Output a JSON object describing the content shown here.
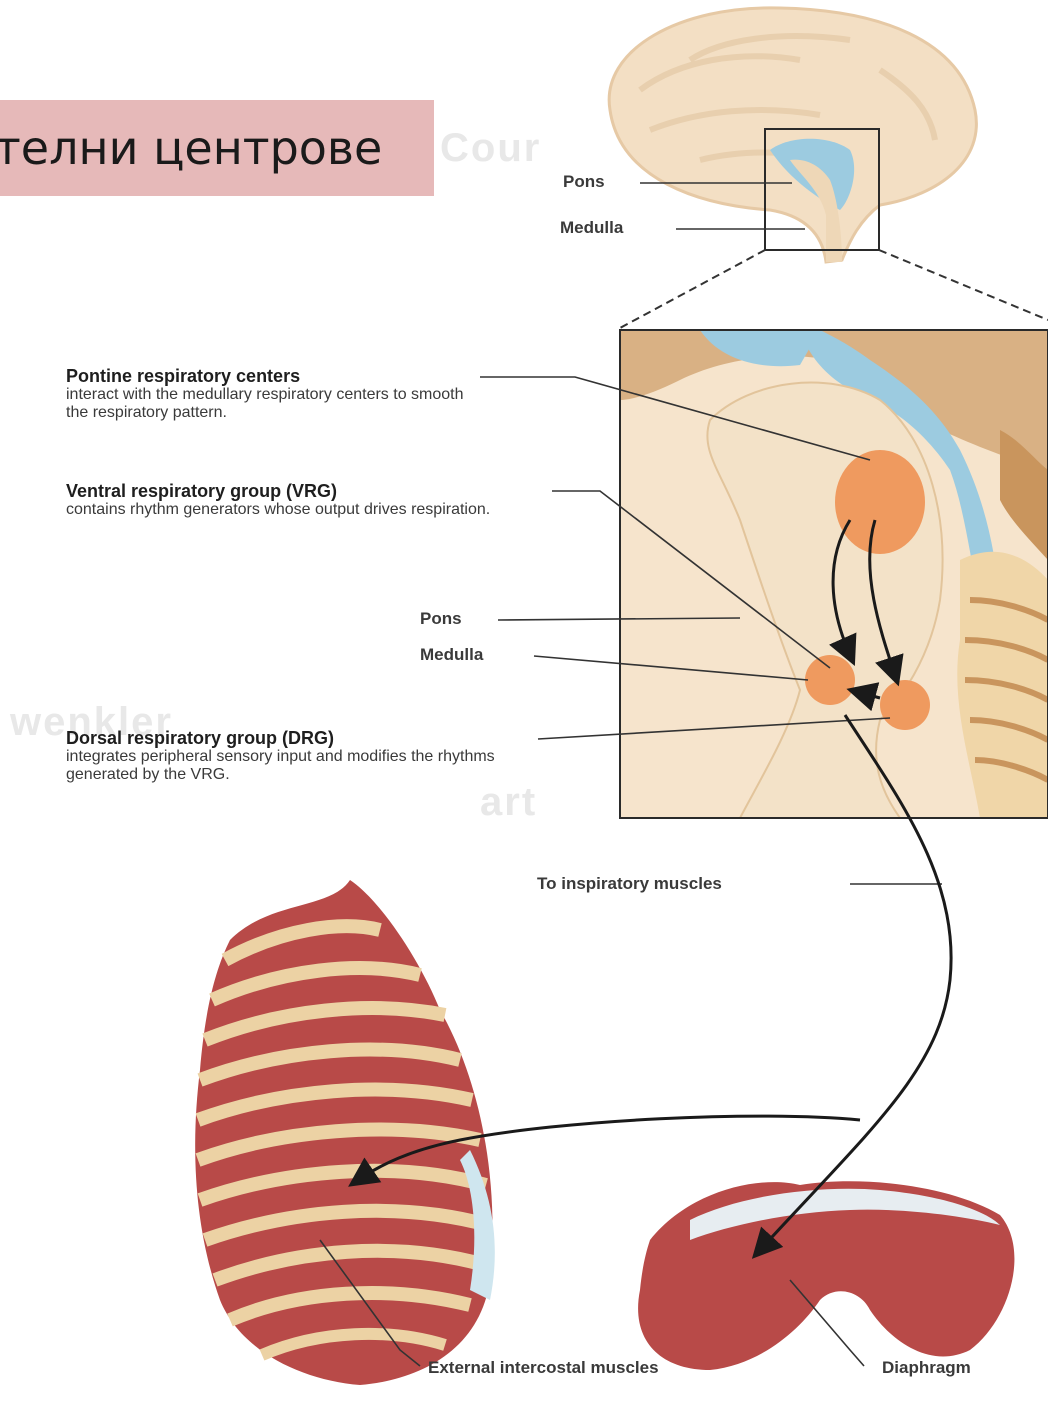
{
  "slide": {
    "title": "телни центрове"
  },
  "watermark": {
    "part1": "Cour",
    "part2": "wenkler",
    "part3": "art"
  },
  "labels": {
    "brain_pons": "Pons",
    "brain_medulla": "Medulla",
    "pontine_head": "Pontine respiratory centers",
    "pontine_body": "interact with the medullary respiratory centers to smooth the respiratory pattern.",
    "vrg_head": "Ventral respiratory group (VRG)",
    "vrg_body": "contains rhythm generators whose output drives respiration.",
    "inset_pons": "Pons",
    "inset_medulla": "Medulla",
    "drg_head": "Dorsal respiratory group (DRG)",
    "drg_body": "integrates peripheral sensory input and modifies the rhythms generated by the VRG.",
    "to_muscles": "To inspiratory muscles",
    "intercostal": "External intercostal muscles",
    "diaphragm": "Diaphragm"
  },
  "colors": {
    "title_bg": "#e6b9b9",
    "brain": "#f3dfc4",
    "csf_blue": "#9ccbe0",
    "center_orange": "#ef9a5f",
    "muscle_red": "#b84a48",
    "rib_tan": "#ecd2a4"
  }
}
